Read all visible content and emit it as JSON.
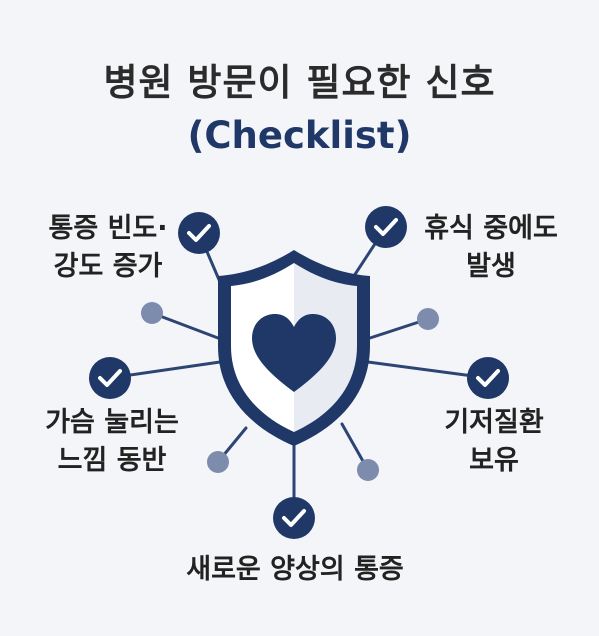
{
  "title": "병원 방문이 필요한 신호",
  "subtitle": "(Checklist)",
  "colors": {
    "navy": "#1f3868",
    "dot": "#7d8cad",
    "line": "#2d4573",
    "shield_light": "#e8ebf2"
  },
  "icons": {
    "center": "shield-heart-icon",
    "check": "check-circle-icon"
  },
  "items": [
    {
      "line1": "통증 빈도·",
      "line2": "강도 증가"
    },
    {
      "line1": "휴식 중에도",
      "line2": "발생"
    },
    {
      "line1": "가슴 눌리는",
      "line2": "느낌 동반"
    },
    {
      "line1": "기저질환",
      "line2": "보유"
    },
    {
      "line1": "새로운 양상의 통증",
      "line2": ""
    }
  ]
}
